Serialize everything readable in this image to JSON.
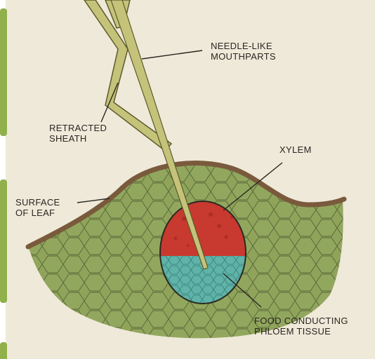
{
  "labels": {
    "mouthparts": "NEEDLE-LIKE\nMOUTHPARTS",
    "sheath": "RETRACTED\nSHEATH",
    "xylem": "XYLEM",
    "surface": "SURFACE\nOF LEAF",
    "phloem": "FOOD CONDUCTING\nPHLOEM TISSUE"
  },
  "colors": {
    "paper": "#efe9d9",
    "leaf": "#8fa35a",
    "leaf_edge": "#7a5a3c",
    "xylem": "#c8392f",
    "phloem": "#5fb3a8",
    "stylet": "#c5c37a",
    "side_tab": "#8fb04a",
    "leader": "#2a2622"
  }
}
